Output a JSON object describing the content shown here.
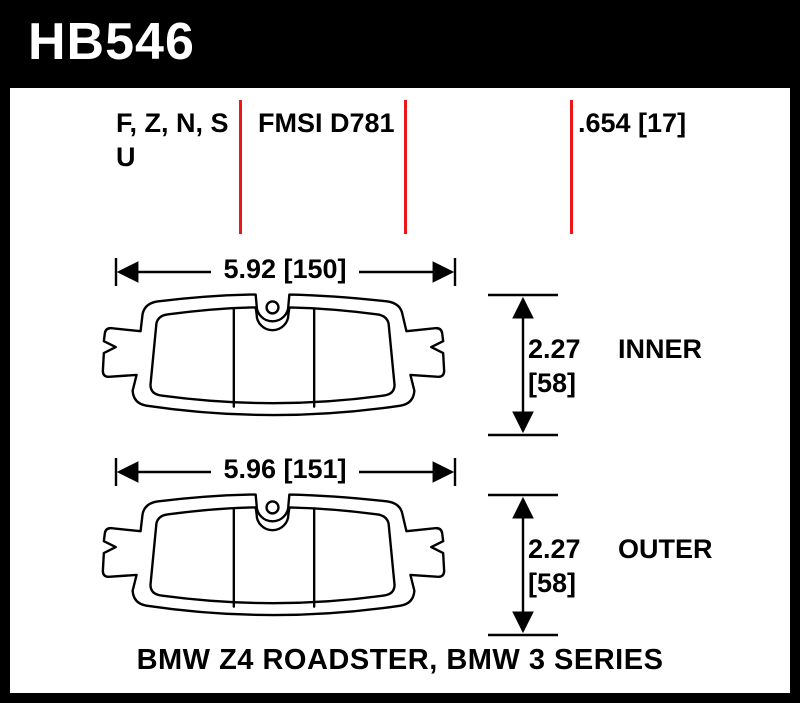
{
  "banner": {
    "part_number": "HB546"
  },
  "spec_header": {
    "compounds_line1": "F, Z, N, S",
    "compounds_line2": "U",
    "fmsi": "FMSI D781",
    "thickness": ".654 [17]"
  },
  "inner_pad": {
    "width_dim": "5.92 [150]",
    "height_value": "2.27",
    "height_mm": "[58]",
    "label": "INNER"
  },
  "outer_pad": {
    "width_dim": "5.96 [151]",
    "height_value": "2.27",
    "height_mm": "[58]",
    "label": "OUTER"
  },
  "caption": "BMW Z4 ROADSTER, BMW 3 SERIES",
  "colors": {
    "divider_red": "#ee1616",
    "frame_black": "#000000"
  }
}
